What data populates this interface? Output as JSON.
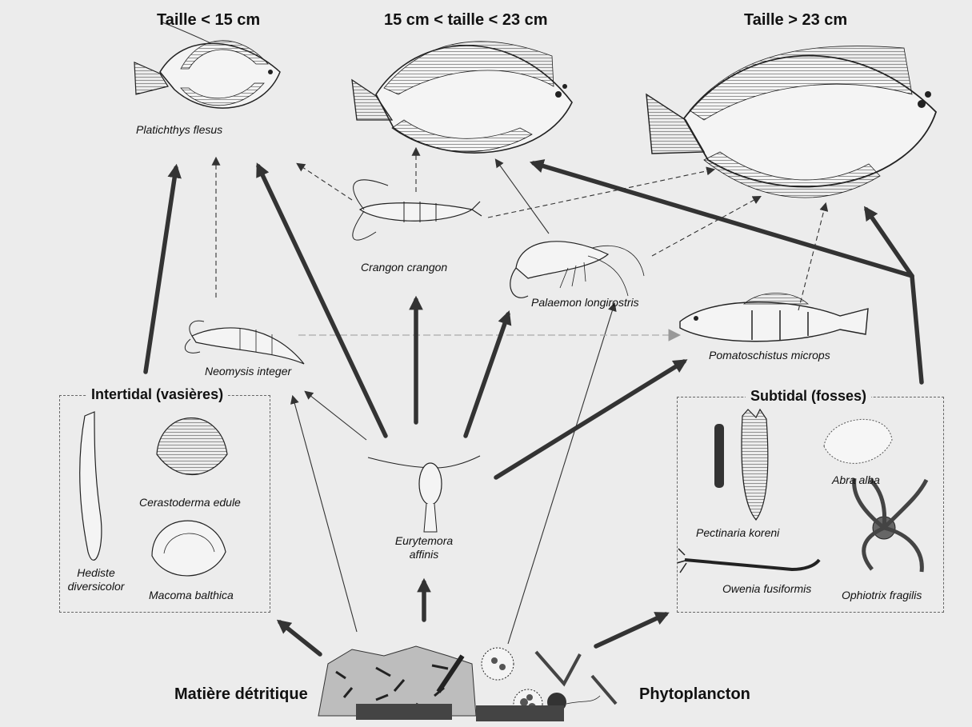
{
  "headers": {
    "small": "Taille < 15 cm",
    "medium": "15 cm < taille < 23 cm",
    "large": "Taille > 23 cm"
  },
  "species": {
    "platichthys": "Platichthys flesus",
    "crangon": "Crangon crangon",
    "palaemon": "Palaemon longirostris",
    "neomysis": "Neomysis integer",
    "pomatoschistus": "Pomatoschistus microps",
    "eurytemora_1": "Eurytemora",
    "eurytemora_2": "affinis",
    "hediste_1": "Hediste",
    "hediste_2": "diversicolor",
    "cerastoderma": "Cerastoderma edule",
    "macoma": "Macoma balthica",
    "pectinaria": "Pectinaria koreni",
    "abra": "Abra alba",
    "owenia": "Owenia fusiformis",
    "ophiothrix": "Ophiotrix fragilis"
  },
  "boxes": {
    "intertidal": "Intertidal (vasières)",
    "subtidal": "Subtidal (fosses)"
  },
  "sources": {
    "detritus": "Matière détritique",
    "phyto": "Phytoplancton"
  }
}
